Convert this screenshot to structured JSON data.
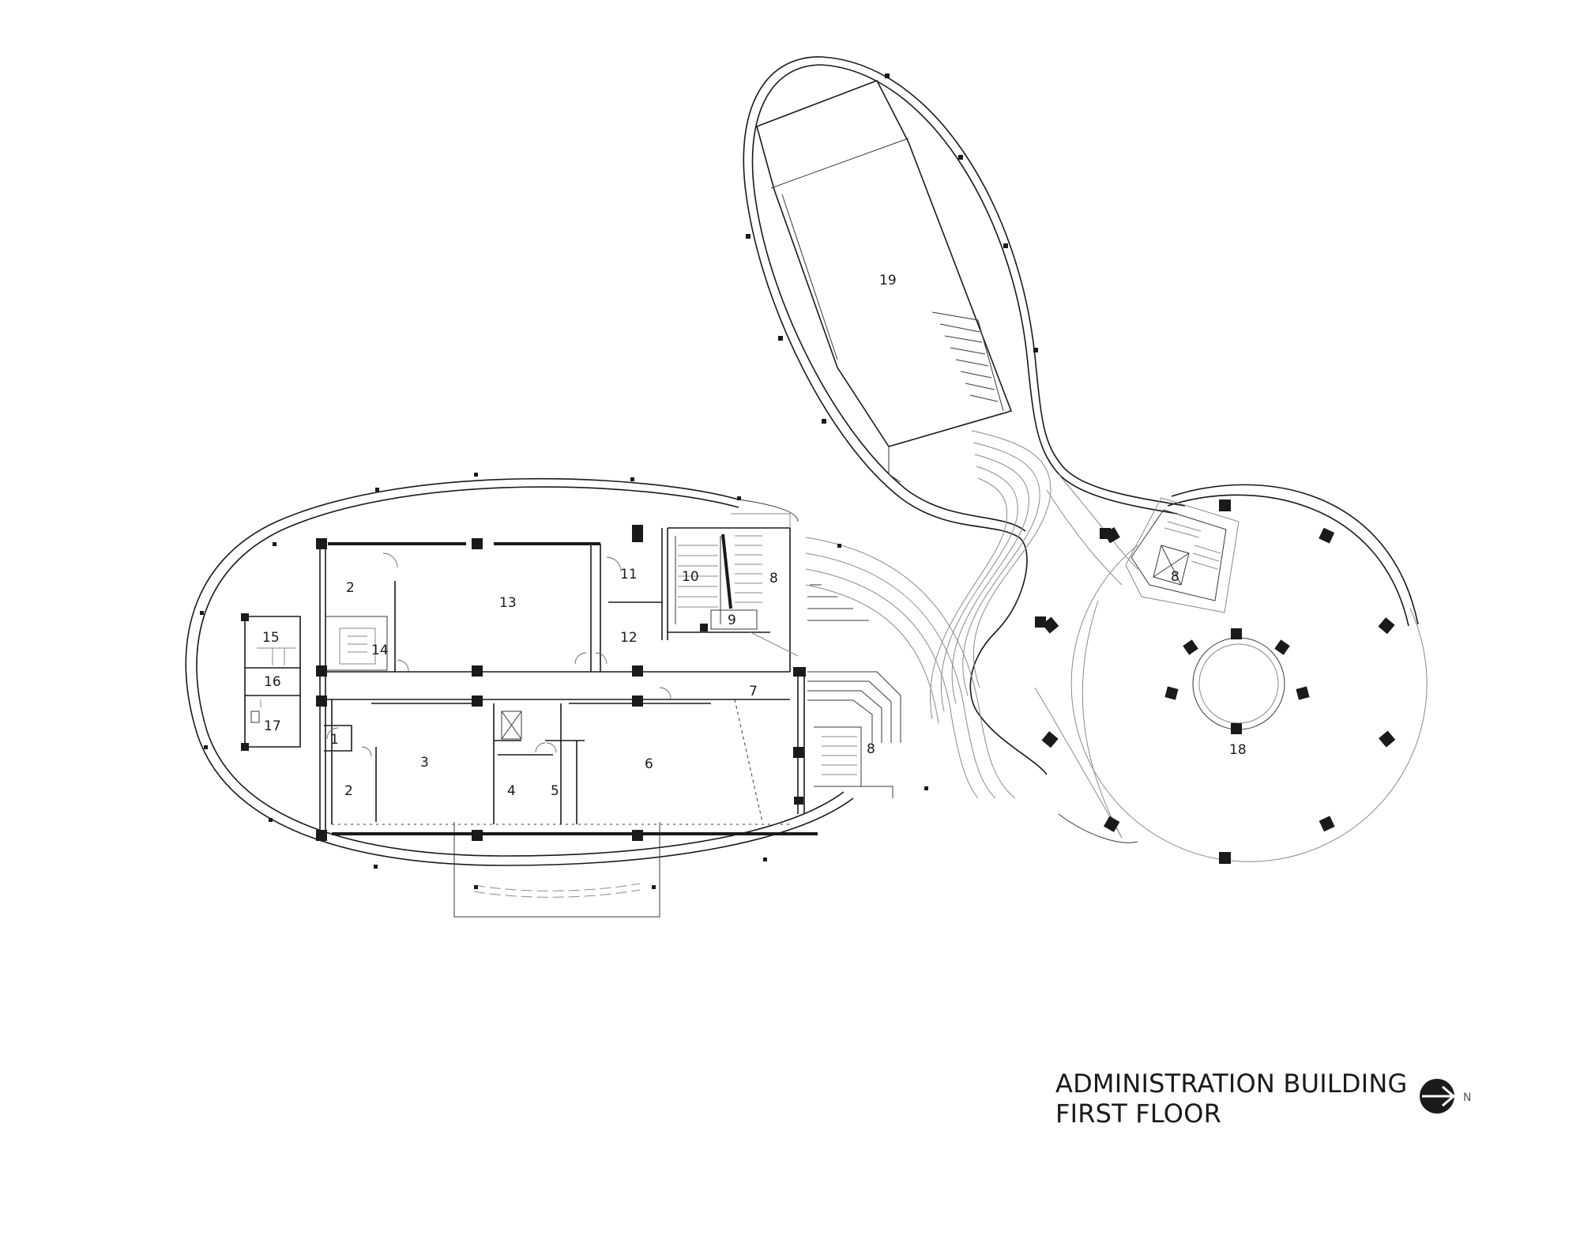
{
  "title": {
    "line1": "ADMINISTRATION BUILDING",
    "line2": "FIRST FLOOR"
  },
  "north_arrow": {
    "label": "N",
    "icon": "north-arrow-icon"
  },
  "rooms": {
    "r1": "1",
    "r2a": "2",
    "r2b": "2",
    "r3": "3",
    "r4": "4",
    "r5": "5",
    "r6": "6",
    "r7": "7",
    "r8a": "8",
    "r8b": "8",
    "r8c": "8",
    "r9": "9",
    "r10": "10",
    "r11": "11",
    "r12": "12",
    "r13": "13",
    "r14": "14",
    "r15": "15",
    "r16": "16",
    "r17": "17",
    "r18": "18",
    "r19": "19"
  }
}
